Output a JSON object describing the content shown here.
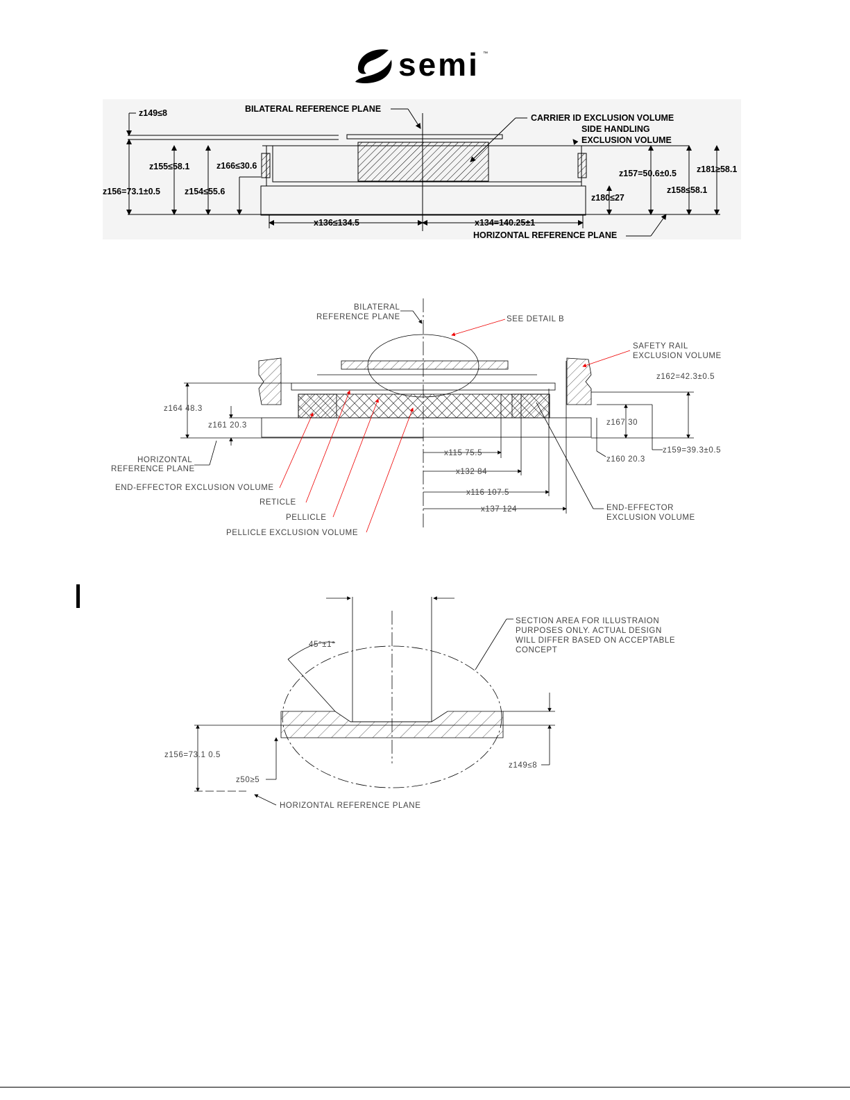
{
  "logo": {
    "text": "semi",
    "tm": "™",
    "icon": "semi-swoosh-logo"
  },
  "figure1": {
    "labels": {
      "z149": "z149≤8",
      "bilateral": "BILATERAL REFERENCE PLANE",
      "carrier_id": "CARRIER ID EXCLUSION VOLUME",
      "side_handling_1": "SIDE HANDLING",
      "side_handling_2": "EXCLUSION VOLUME",
      "z155": "z155≤58.1",
      "z166": "z166≤30.6",
      "z157": "z157=50.6±0.5",
      "z181": "z181≥58.1",
      "z156": "z156=73.1±0.5",
      "z154": "z154≤55.6",
      "z158": "z158≤58.1",
      "z180": "z180≤27",
      "x136": "x136≤134.5",
      "x134": "x134=140.25±1",
      "horizontal": "HORIZONTAL REFERENCE PLANE"
    }
  },
  "figure2": {
    "labels": {
      "bilateral_1": "BILATERAL",
      "bilateral_2": "REFERENCE PLANE",
      "see_detail": "SEE DETAIL B",
      "safety_1": "SAFETY RAIL",
      "safety_2": "EXCLUSION VOLUME",
      "z162": "z162=42.3±0.5",
      "z164": "z164 48.3",
      "z161": "z161 20.3",
      "z167": "z167 30",
      "z159": "z159=39.3±0.5",
      "horizontal_1": "HORIZONTAL",
      "horizontal_2": "REFERENCE PLANE",
      "z160": "z160 20.3",
      "x115": "x115 75.5",
      "x132": "x132 84",
      "x116": "x116 107.5",
      "x137": "x137 124",
      "end_effector": "END-EFFECTOR EXCLUSION VOLUME",
      "reticle": "RETICLE",
      "pellicle": "PELLICLE",
      "pellicle_excl": "PELLICLE EXCLUSION VOLUME",
      "end_effector2_1": "END-EFFECTOR",
      "end_effector2_2": "EXCLUSION VOLUME"
    }
  },
  "figure3": {
    "labels": {
      "angle": "45°±1°",
      "section_1": "SECTION AREA FOR ILLUSTRAION",
      "section_2": "PURPOSES ONLY.  ACTUAL DESIGN",
      "section_3": "WILL DIFFER BASED ON ACCEPTABLE",
      "section_4": "CONCEPT",
      "z156": "z156=73.1 0.5",
      "z50": "z50≥5",
      "z149": "z149≤8",
      "horizontal": "HORIZONTAL REFERENCE PLANE"
    }
  }
}
